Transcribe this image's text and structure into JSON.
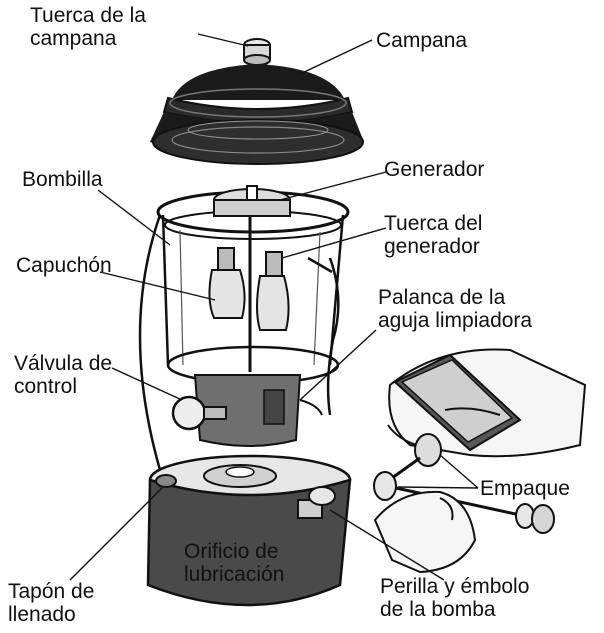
{
  "labels": {
    "cap_nut": [
      "Tuerca de la",
      "campana"
    ],
    "cap": "Campana",
    "globe": "Bombilla",
    "generator": "Generador",
    "generator_nut": [
      "Tuerca del",
      "generador"
    ],
    "mantle": "Capuchón",
    "cleaning_lever": [
      "Palanca de la",
      "aguja limpiadora"
    ],
    "control_valve": [
      "Válvula de",
      "control"
    ],
    "gasket": "Empaque",
    "fill_cap": [
      "Tapón de",
      "llenado"
    ],
    "fill_hole": [
      "Orificio de",
      "lubricación"
    ],
    "pump": [
      "Perilla y émbolo",
      "de la bomba"
    ]
  }
}
